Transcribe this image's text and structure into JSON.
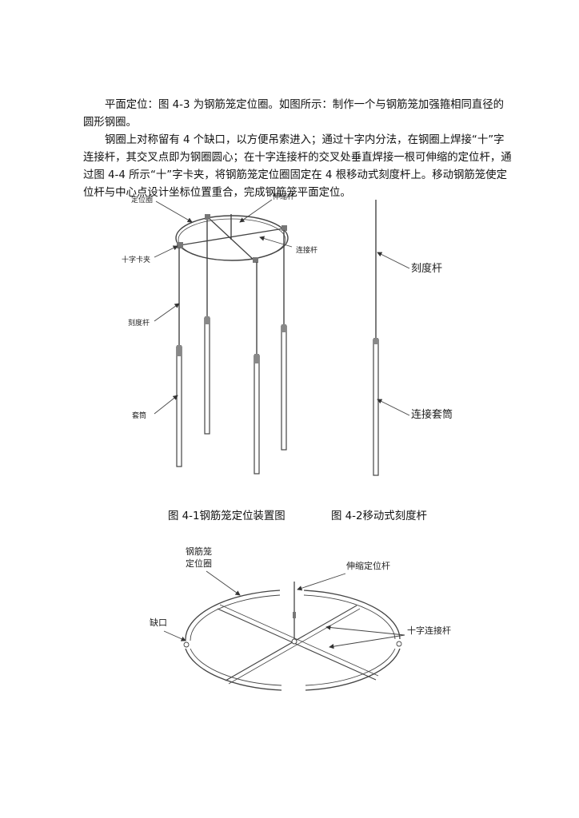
{
  "paragraphs": [
    "平面定位：图 4-3 为钢筋笼定位圈。如图所示：制作一个与钢筋笼加强箍相同直径的圆形钢圈。",
    "钢圈上对称留有 4 个缺口，以方便吊索进入；通过十字内分法，在钢圈上焊接“十”字连接杆，其交叉点即为钢圈圆心；在十字连接杆的交叉处垂直焊接一根可伸缩的定位杆，通过图 4-4 所示“十”字卡夹，将钢筋笼定位圈固定在 4 根移动式刻度杆上。移动钢筋笼使定位杆与中心点设计坐标位置重合，完成钢筋笼平面定位。"
  ],
  "figure1": {
    "labels": {
      "positioning_ring": "定位圈",
      "telescopic_rod": "伸缩杆",
      "cross_clamp": "十字卡夹",
      "connecting_rod": "连接杆",
      "scale_rod": "刻度杆",
      "sleeve": "套筒"
    },
    "caption": "图 4-1钢筋笼定位装置图"
  },
  "figure2": {
    "labels": {
      "scale_rod": "刻度杆",
      "connecting_sleeve": "连接套筒"
    },
    "caption": "图 4-2移动式刻度杆"
  },
  "figure3": {
    "labels": {
      "ring_line1": "钢筋笼",
      "ring_line2": "定位圈",
      "telescopic_positioning_rod": "伸缩定位杆",
      "gap": "缺口",
      "cross_connecting_rod": "十字连接杆"
    }
  }
}
